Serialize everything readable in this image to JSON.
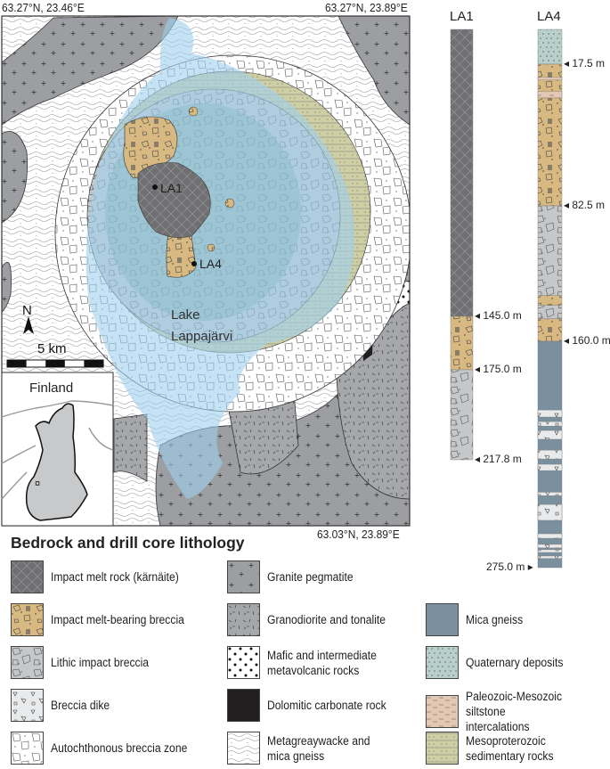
{
  "map": {
    "coord_top_left": "63.27°N, 23.46°E",
    "coord_top_right": "63.27°N, 23.89°E",
    "coord_bottom_right": "63.03°N, 23.89°E",
    "lake_label_line1": "Lake",
    "lake_label_line2": "Lappajärvi",
    "north_label": "N",
    "scale_label": "5 km",
    "inset_label": "Finland",
    "drill_sites": [
      {
        "label": "LA1"
      },
      {
        "label": "LA4"
      }
    ]
  },
  "cores": [
    {
      "name": "LA1",
      "layers": [
        {
          "unit": "melt",
          "top": 0,
          "bottom": 145.0
        },
        {
          "unit": "meltbreccia",
          "top": 145.0,
          "bottom": 175.0
        },
        {
          "unit": "lithic",
          "top": 175.0,
          "bottom": 217.8
        }
      ],
      "depth_labels": [
        "145.0 m",
        "175.0 m",
        "217.8 m"
      ],
      "depth_values": [
        145.0,
        175.0,
        217.8
      ]
    },
    {
      "name": "LA4",
      "layers": [
        {
          "unit": "quaternary",
          "top": 0,
          "bottom": 17.5
        },
        {
          "unit": "meltbreccia",
          "top": 17.5,
          "bottom": 82.5
        },
        {
          "unit": "siltstone",
          "top": 23.6,
          "bottom": 24.8
        },
        {
          "unit": "siltstone",
          "top": 30.0,
          "bottom": 33.0
        },
        {
          "unit": "lithic",
          "top": 82.5,
          "bottom": 133.9
        },
        {
          "unit": "meltbreccia",
          "top": 133.9,
          "bottom": 139.5
        },
        {
          "unit": "lithic",
          "top": 139.5,
          "bottom": 147.2
        },
        {
          "unit": "meltbreccia",
          "top": 147.2,
          "bottom": 160.0
        },
        {
          "unit": "micagneiss",
          "top": 160.0,
          "bottom": 275.0
        },
        {
          "unit": "dike",
          "top": 194.9,
          "bottom": 198.5
        },
        {
          "unit": "dike",
          "top": 200.8,
          "bottom": 203.1
        },
        {
          "unit": "dike",
          "top": 205.3,
          "bottom": 209.8
        },
        {
          "unit": "dike",
          "top": 215.3,
          "bottom": 219.8
        },
        {
          "unit": "dike",
          "top": 222.5,
          "bottom": 225.7
        },
        {
          "unit": "dike",
          "top": 236.7,
          "bottom": 238.5
        },
        {
          "unit": "dike",
          "top": 242.9,
          "bottom": 251.0
        },
        {
          "unit": "dike",
          "top": 257.8,
          "bottom": 260.1
        },
        {
          "unit": "dike",
          "top": 263.2,
          "bottom": 265.0
        },
        {
          "unit": "dike",
          "top": 265.9,
          "bottom": 267.3
        },
        {
          "unit": "dike",
          "top": 269.1,
          "bottom": 270.4
        }
      ],
      "depth_labels": [
        "17.5 m",
        "82.5 m",
        "160.0 m",
        "275.0 m"
      ],
      "depth_values": [
        17.5,
        82.5,
        160.0,
        275.0
      ]
    }
  ],
  "legend": {
    "title": "Bedrock and drill core lithology",
    "items": [
      {
        "unit": "melt",
        "label": "Impact melt rock (kärnäite)"
      },
      {
        "unit": "meltbreccia",
        "label": "Impact melt-bearing breccia"
      },
      {
        "unit": "lithic",
        "label": "Lithic impact breccia"
      },
      {
        "unit": "dike",
        "label": "Breccia dike"
      },
      {
        "unit": "autoch",
        "label": "Autochthonous breccia zone"
      },
      {
        "unit": "granite",
        "label": "Granite pegmatite"
      },
      {
        "unit": "granodiorite",
        "label": "Granodiorite and tonalite"
      },
      {
        "unit": "mafic",
        "label": "Mafic and intermediate\nmetavolcanic rocks"
      },
      {
        "unit": "dolomite",
        "label": "Dolomitic carbonate rock"
      },
      {
        "unit": "greywacke",
        "label": "Metagreaywacke and\nmica gneiss"
      },
      {
        "unit": "micagneiss",
        "label": "Mica gneiss"
      },
      {
        "unit": "quaternary",
        "label": "Quaternary deposits"
      },
      {
        "unit": "siltstone",
        "label": "Paleozoic-Mesozoic siltstone\nintercalations"
      },
      {
        "unit": "mesoproterozoic",
        "label": "Mesoproterozoic\nsedimentary rocks"
      }
    ]
  },
  "colors": {
    "melt": "#707072",
    "meltbreccia": "#d8b982",
    "lithic": "#c6c7c9",
    "dike": "#e9eaeb",
    "autoch": "#ffffff",
    "granite": "#9c9ea1",
    "granodiorite": "#a5a7aa",
    "mafic": "#ffffff",
    "dolomite": "#231f20",
    "greywacke": "#ffffff",
    "micagneiss": "#7b909e",
    "quaternary": "#b9d0ca",
    "siltstone": "#e3c9b3",
    "mesoproterozoic": "#cfcfa6",
    "lake": "#9fd0ee"
  }
}
